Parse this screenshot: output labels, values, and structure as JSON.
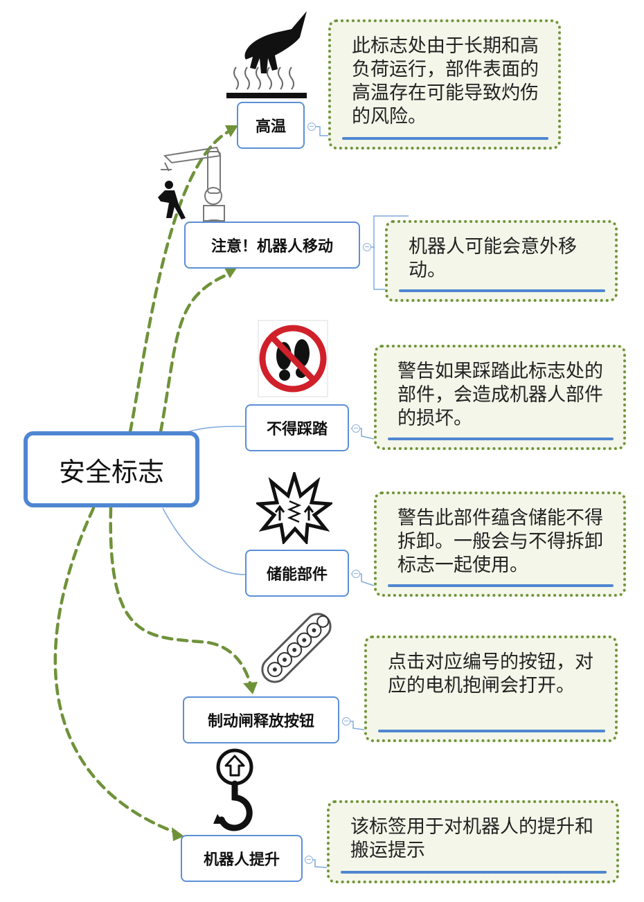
{
  "root": {
    "label": "安全标志"
  },
  "topics": [
    {
      "id": "high-temp",
      "label": "高温",
      "note": "此标志处由于长期和高负荷运行，部件表面的高温存在可能导致灼伤的风险。",
      "icon": "hot-surface-icon"
    },
    {
      "id": "robot-moving",
      "label": "注意！机器人移动",
      "note": "机器人可能会意外移动。",
      "icon": "robot-moving-icon"
    },
    {
      "id": "no-step",
      "label": "不得踩踏",
      "note": "警告如果踩踏此标志处的部件，会造成机器人部件的损坏。",
      "icon": "no-step-icon"
    },
    {
      "id": "stored-energy",
      "label": "储能部件",
      "note": "警告此部件蕴含储能不得拆卸。一般会与不得拆卸标志一起使用。",
      "icon": "stored-energy-icon"
    },
    {
      "id": "brake-release",
      "label": "制动闸释放按钮",
      "note": "点击对应编号的按钮，对应的电机抱闸会打开。",
      "icon": "brake-release-buttons-icon"
    },
    {
      "id": "robot-lifting",
      "label": "机器人提升",
      "note": "该标签用于对机器人的提升和搬运提示",
      "icon": "lifting-hook-icon"
    }
  ],
  "colors": {
    "topic_border": "#5b8fd6",
    "root_border": "#4f86d1",
    "note_border": "#6f9239",
    "note_fill": "#f3f6e8",
    "arrow": "#6f9239",
    "thin_line": "#7ea8dd"
  }
}
